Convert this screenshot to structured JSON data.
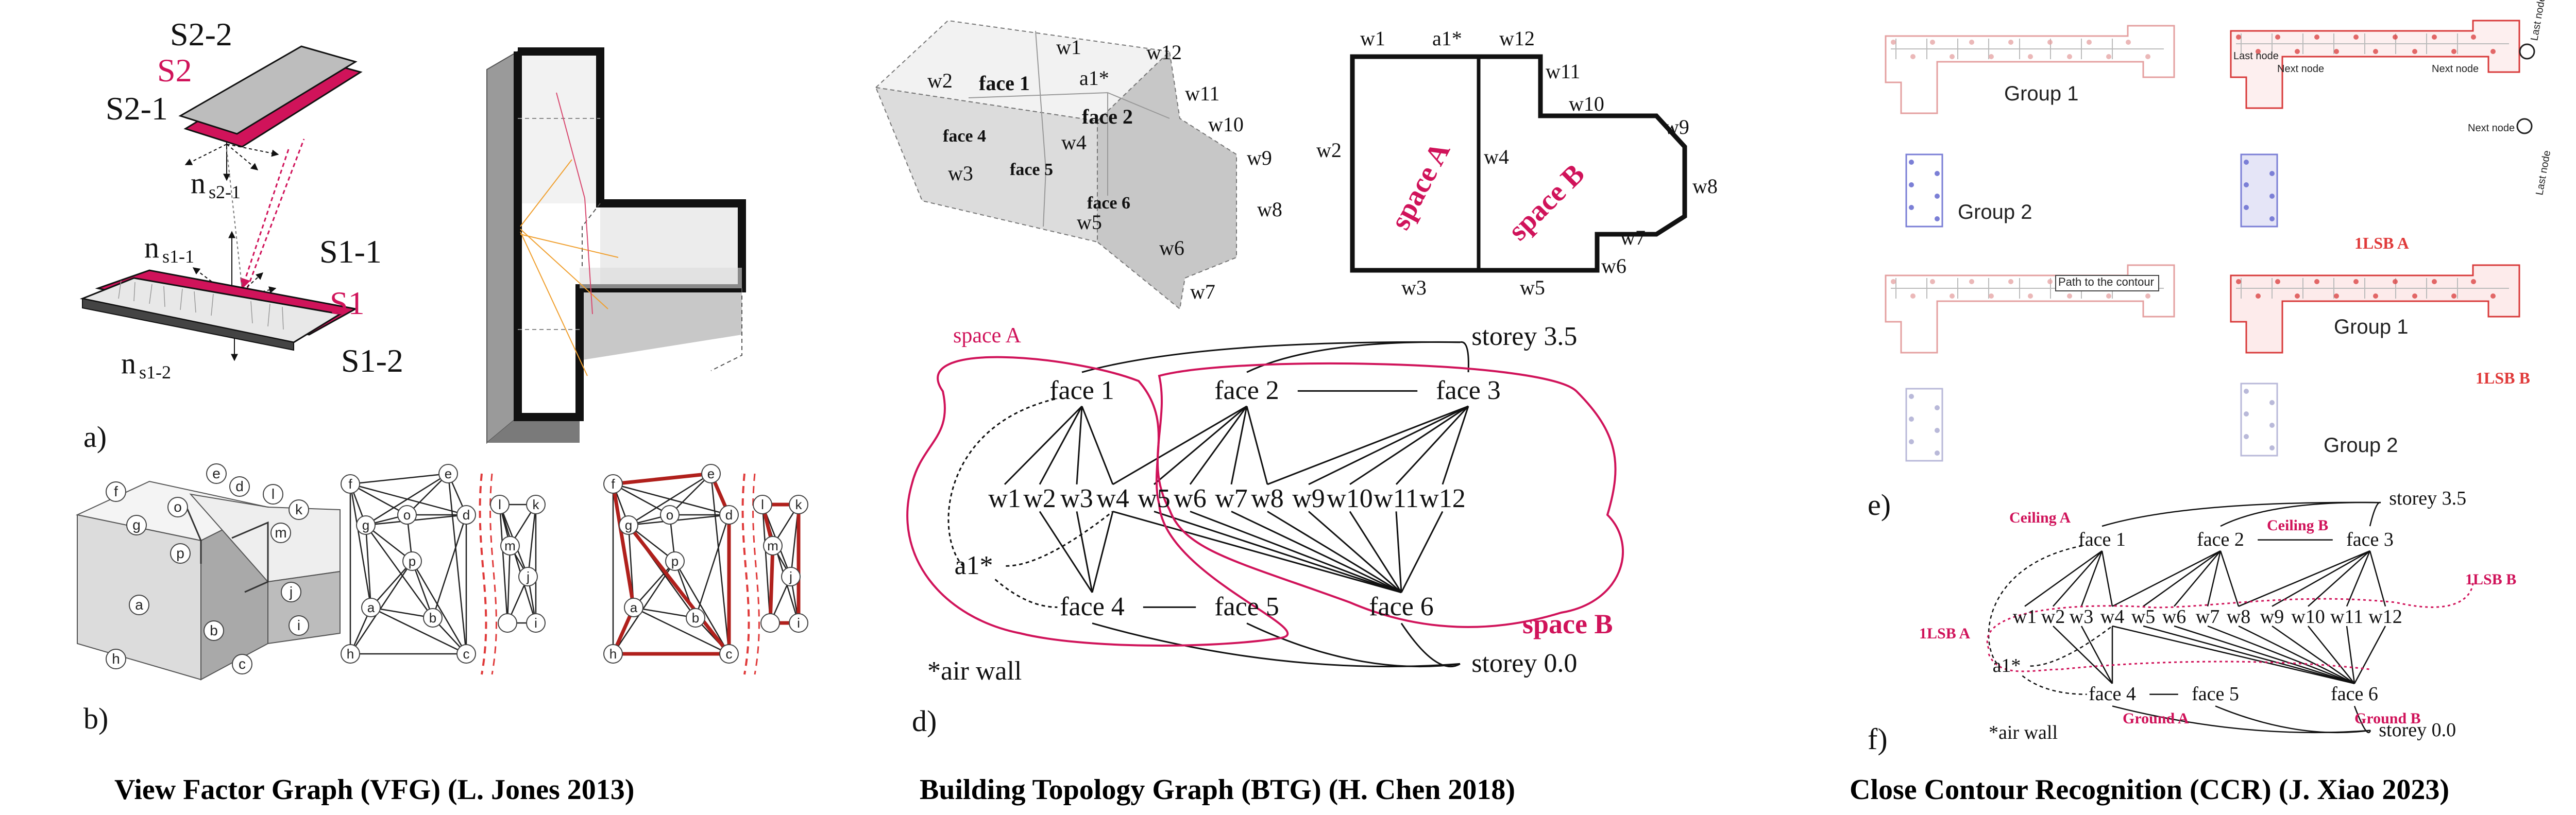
{
  "colors": {
    "accent": "#d0135a",
    "red": "#d83a3a",
    "dark_red": "#b0201c",
    "orange": "#f0a030",
    "grey_face": "#cfcfcf",
    "blue": "#7b7fd6"
  },
  "panel_vfg": {
    "caption": "View Factor Graph (VFG) (L. Jones 2013)",
    "label_a": "a)",
    "label_b": "b)",
    "surfaces": {
      "s2_2": "S2-2",
      "s2": "S2",
      "s2_1": "S2-1",
      "ns2_1_base": "n",
      "ns2_1_sub": "s2-1",
      "ns1_1_base": "n",
      "ns1_1_sub": "s1-1",
      "s1_1": "S1-1",
      "s1": "S1",
      "ns1_2_base": "n",
      "ns1_2_sub": "s1-2",
      "s1_2": "S1-2"
    },
    "cube_faces": [
      "a",
      "b",
      "c",
      "d",
      "e",
      "f",
      "g",
      "h",
      "i",
      "j",
      "k",
      "l",
      "m",
      "o",
      "p"
    ]
  },
  "panel_btg": {
    "caption": "Building Topology Graph (BTG) (H. Chen 2018)",
    "label_d": "d)",
    "model_labels": {
      "w1": "w1",
      "w2": "w2",
      "w3": "w3",
      "w4": "w4",
      "w5": "w5",
      "w6": "w6",
      "w7": "w7",
      "w8": "w8",
      "w9": "w9",
      "w10": "w10",
      "w11": "w11",
      "w12": "w12",
      "a1": "a1*",
      "face1": "face 1",
      "face2": "face 2",
      "face4": "face 4",
      "face5": "face 5",
      "face6": "face 6"
    },
    "plan_labels": {
      "w1": "w1",
      "a1": "a1*",
      "w12": "w12",
      "w11": "w11",
      "w10": "w10",
      "w9": "w9",
      "w8": "w8",
      "w7": "w7",
      "w6": "w6",
      "w5": "w5",
      "w4": "w4",
      "w3": "w3",
      "w2": "w2",
      "spaceA": "space A",
      "spaceB": "space B"
    },
    "graph": {
      "storey_top": "storey 3.5",
      "storey_bottom": "storey 0.0",
      "space_a": "space A",
      "space_b": "space B",
      "air_wall_note": "*air wall",
      "a1": "a1*",
      "faces_top": [
        "face 1",
        "face 2",
        "face 3"
      ],
      "walls": [
        "w1",
        "w2",
        "w3",
        "w4",
        "w5",
        "w6",
        "w7",
        "w8",
        "w9",
        "w10",
        "w11",
        "w12"
      ],
      "faces_bottom": [
        "face 4",
        "face 5",
        "face 6"
      ]
    }
  },
  "panel_ccr": {
    "caption": "Close Contour Recognition (CCR) (J. Xiao 2023)",
    "label_e": "e)",
    "label_f": "f)",
    "screens": {
      "group1": "Group 1",
      "group2": "Group 2",
      "last_node_1": "Last node",
      "next_node_1": "Next node",
      "next_node_2": "Next node",
      "next_node_3": "Next node",
      "last_node_2": "Last node",
      "last_node_3": "Last node",
      "path_to_contour": "Path to the contour",
      "lsb_a": "1LSB A",
      "lsb_b": "1LSB B",
      "group1_b": "Group 1",
      "group2_b": "Group 2"
    },
    "graph": {
      "storey_top": "storey 3.5",
      "storey_bottom": "storey 0.0",
      "ceiling_a": "Ceiling A",
      "ceiling_b": "Ceiling B",
      "lsb_a": "1LSB A",
      "lsb_b": "1LSB B",
      "ground_a": "Ground A",
      "ground_b": "Ground B",
      "air_wall_note": "*air wall",
      "a1": "a1*",
      "faces_top": [
        "face 1",
        "face 2",
        "face 3"
      ],
      "walls": [
        "w1",
        "w2",
        "w3",
        "w4",
        "w5",
        "w6",
        "w7",
        "w8",
        "w9",
        "w10",
        "w11",
        "w12"
      ],
      "faces_bottom": [
        "face 4",
        "face 5",
        "face 6"
      ]
    }
  }
}
